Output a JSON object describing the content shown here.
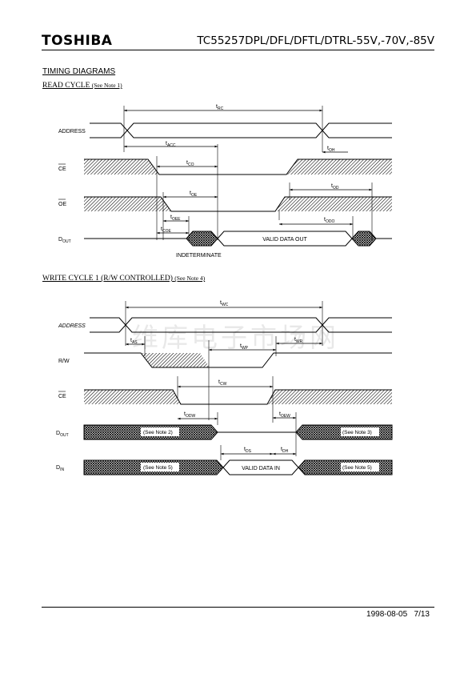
{
  "header": {
    "brand": "TOSHIBA",
    "part_number": "TC55257DPL/DFL/DFTL/DTRL-55V,-70V,-85V"
  },
  "section_title": "TIMING DIAGRAMS",
  "read_cycle": {
    "title": "READ CYCLE",
    "note": "(See Note 1)",
    "signals": [
      "ADDRESS",
      "CE",
      "OE",
      "D"
    ],
    "dout_subscript": "OUT",
    "valid_label": "VALID DATA OUT",
    "indeterminate_label": "INDETERMINATE",
    "timing": {
      "t_rc": [
        "t",
        "RC"
      ],
      "t_acc": [
        "t",
        "ACC"
      ],
      "t_oh": [
        "t",
        "OH"
      ],
      "t_co": [
        "t",
        "CO"
      ],
      "t_od": [
        "t",
        "OD"
      ],
      "t_oe": [
        "t",
        "OE"
      ],
      "t_oee": [
        "t",
        "OEE"
      ],
      "t_coe": [
        "t",
        "COE"
      ],
      "t_odo": [
        "t",
        "ODO"
      ]
    }
  },
  "write_cycle": {
    "title": "WRITE CYCLE 1 (R/W CONTROLLED)",
    "note": "(See Note 4)",
    "signals": [
      "ADDRESS",
      "R/W",
      "CE",
      "D",
      "D"
    ],
    "dout_subscript": "OUT",
    "din_subscript": "IN",
    "valid_label": "VALID DATA IN",
    "notes": [
      "(See Note 2)",
      "(See Note 3)",
      "(See Note 5)",
      "(See Note 5)"
    ],
    "timing": {
      "t_wc": [
        "t",
        "WC"
      ],
      "t_as": [
        "t",
        "AS"
      ],
      "t_wp": [
        "t",
        "WP"
      ],
      "t_wr": [
        "t",
        "WR"
      ],
      "t_cw": [
        "t",
        "CW"
      ],
      "t_odw": [
        "t",
        "ODW"
      ],
      "t_oew": [
        "t",
        "OEW"
      ],
      "t_ds": [
        "t",
        "DS"
      ],
      "t_dh": [
        "t",
        "DH"
      ]
    }
  },
  "watermark": "维库电子市场网",
  "footer": {
    "date": "1998-08-05",
    "page": "7/13"
  }
}
